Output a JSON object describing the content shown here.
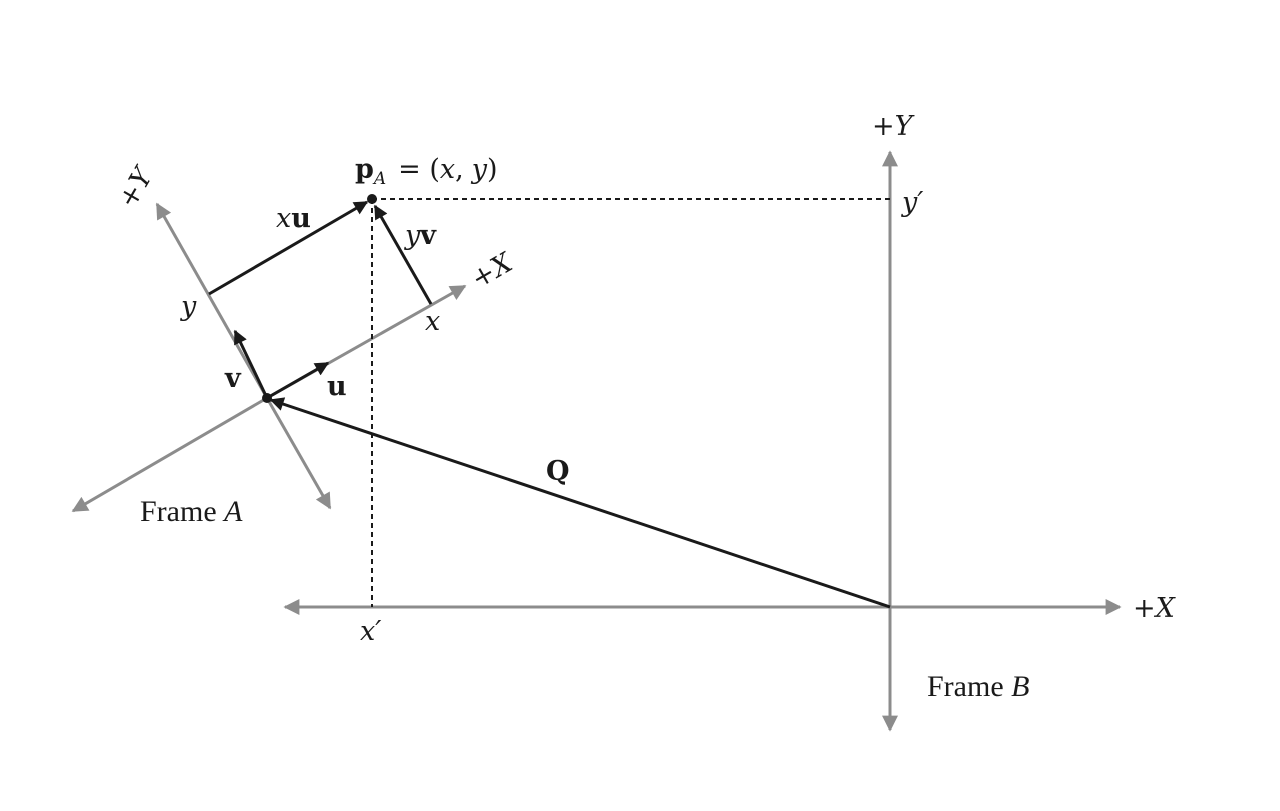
{
  "colors": {
    "axis": "#8c8c8c",
    "vector": "#1a1a1a",
    "background": "#ffffff"
  },
  "frame_a": {
    "caption_word": "Frame",
    "caption_letter": "A",
    "x_axis_label": "+X",
    "y_axis_label": "+Y",
    "x_tick": "x",
    "y_tick": "y"
  },
  "frame_b": {
    "caption_word": "Frame",
    "caption_letter": "B",
    "x_axis_label": "+X",
    "y_axis_label": "+Y",
    "x_tick": "x′",
    "y_tick": "y′"
  },
  "vectors": {
    "u": "u",
    "v": "v",
    "q": "Q",
    "xu_scalar": "x",
    "xu_vector": "u",
    "yv_scalar": "y",
    "yv_vector": "v"
  },
  "point": {
    "name": "p",
    "subscript": "A",
    "equals": "= (",
    "x": "x",
    "comma": ",",
    "y": "y",
    "close": ")"
  }
}
